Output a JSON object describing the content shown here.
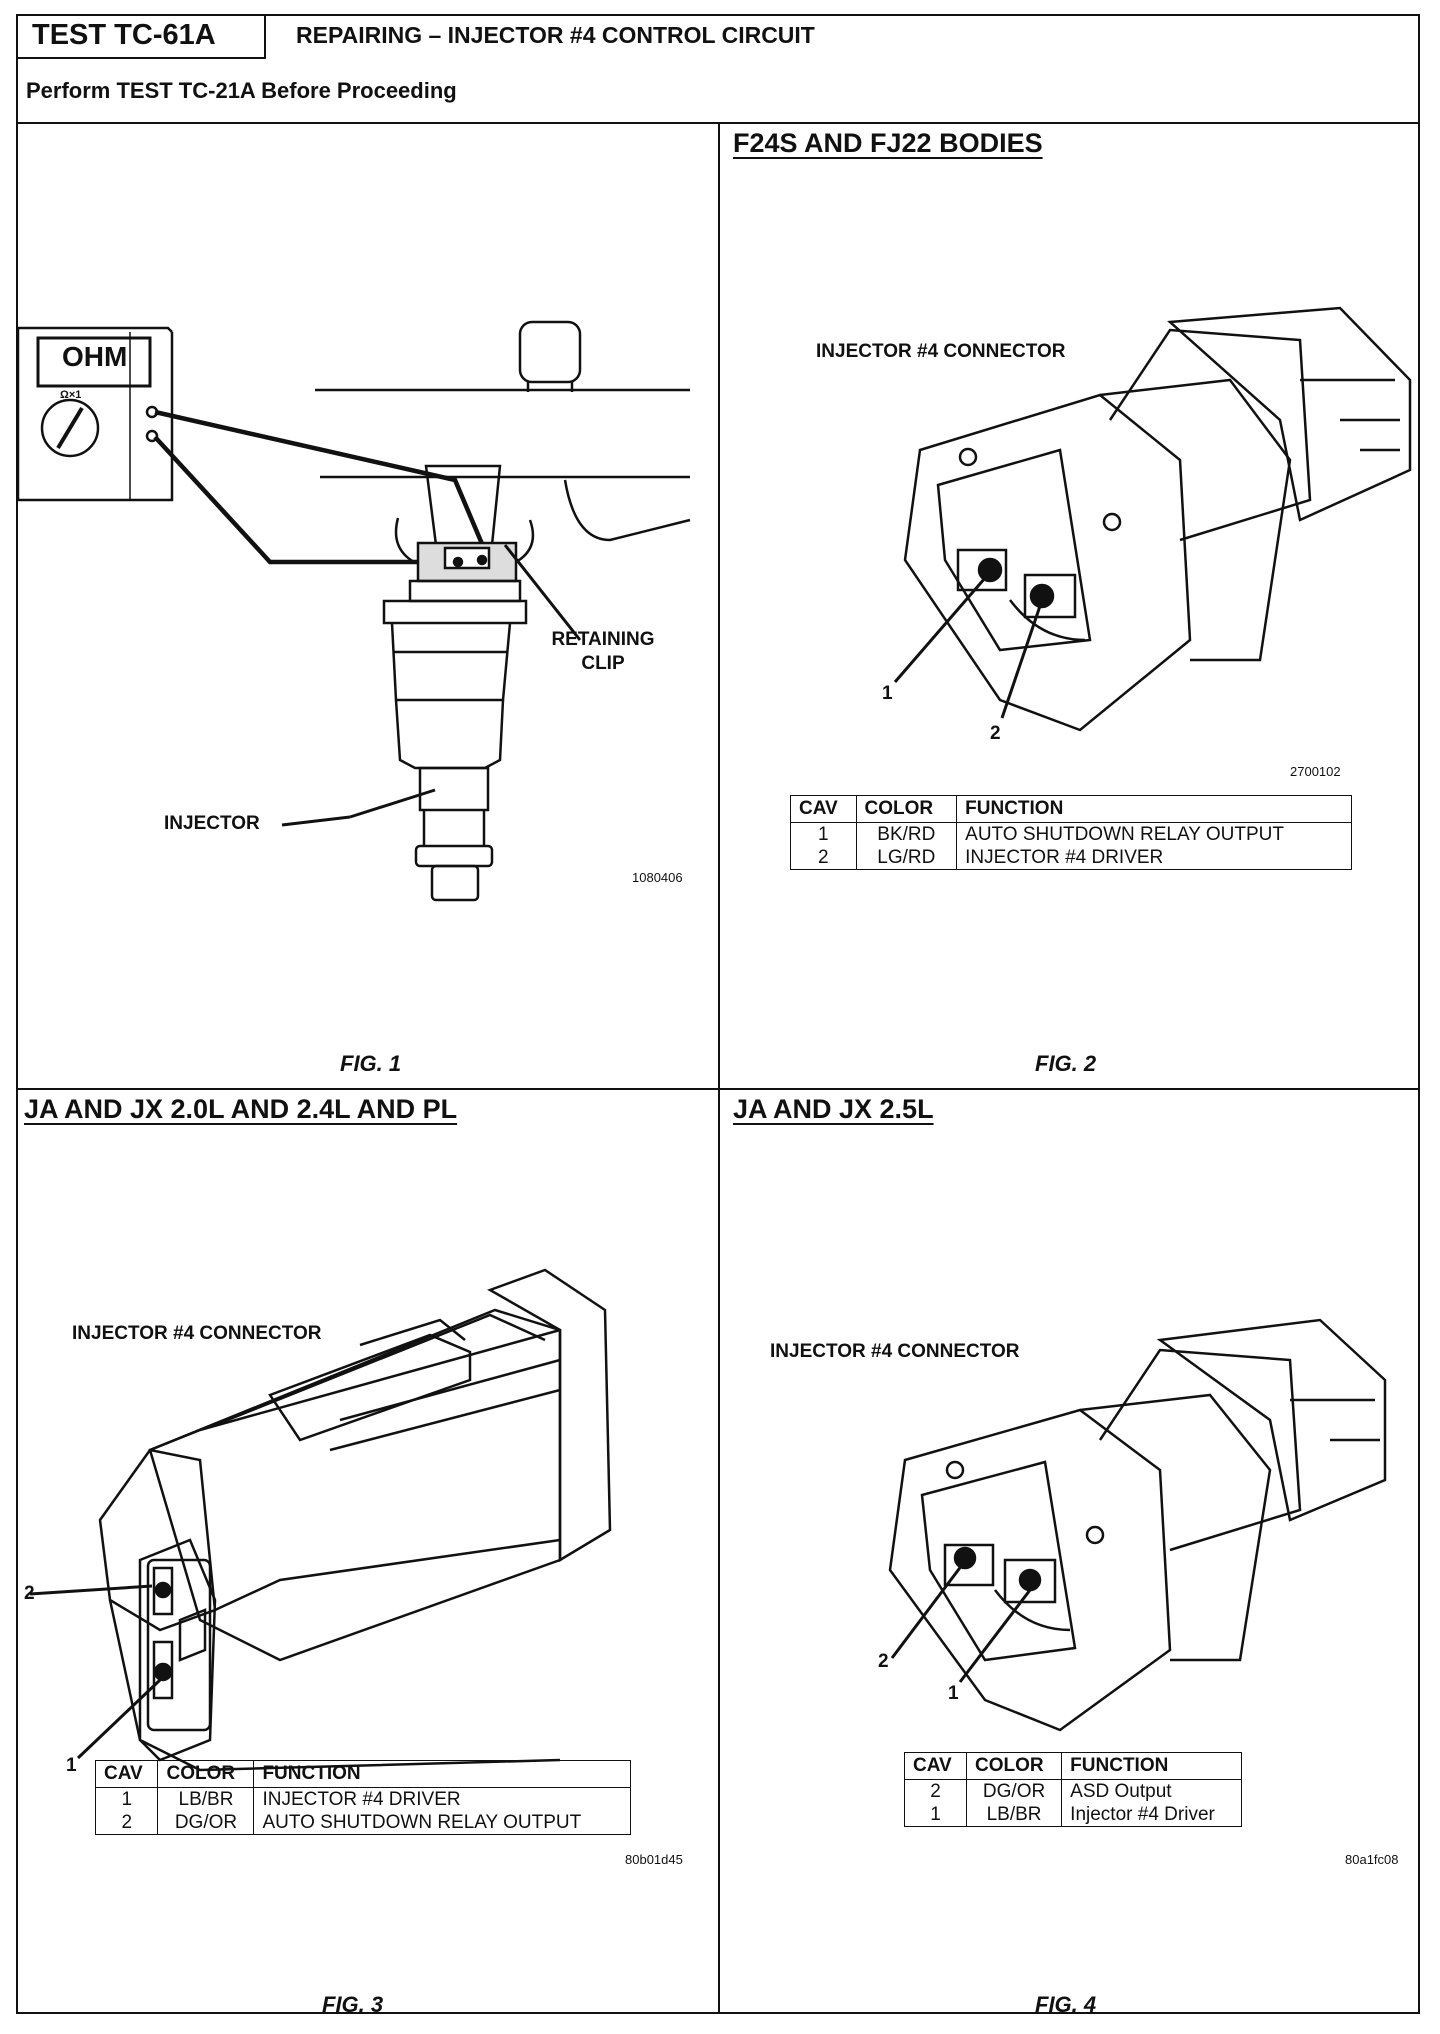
{
  "header": {
    "test_id": "TEST TC-61A",
    "title": "REPAIRING – INJECTOR #4 CONTROL CIRCUIT",
    "subtitle": "Perform TEST TC-21A Before Proceeding"
  },
  "fig1": {
    "caption": "FIG. 1",
    "meter_display": "OHM",
    "meter_range": "Ω×1",
    "label_retaining_clip": "RETAINING CLIP",
    "label_injector": "INJECTOR",
    "ref_code": "1080406"
  },
  "fig2": {
    "section_title": "F24S AND FJ22 BODIES",
    "caption": "FIG. 2",
    "connector_label": "INJECTOR #4 CONNECTOR",
    "pin_1": "1",
    "pin_2": "2",
    "ref_code": "2700102",
    "table": {
      "headers": [
        "CAV",
        "COLOR",
        "FUNCTION"
      ],
      "rows": [
        {
          "cav": "1",
          "color": "BK/RD",
          "function": "AUTO SHUTDOWN RELAY OUTPUT"
        },
        {
          "cav": "2",
          "color": "LG/RD",
          "function": "INJECTOR #4 DRIVER"
        }
      ]
    }
  },
  "fig3": {
    "section_title": "JA AND JX 2.0L AND 2.4L AND PL",
    "caption": "FIG. 3",
    "connector_label": "INJECTOR #4 CONNECTOR",
    "pin_1": "1",
    "pin_2": "2",
    "ref_code": "80b01d45",
    "table": {
      "headers": [
        "CAV",
        "COLOR",
        "FUNCTION"
      ],
      "rows": [
        {
          "cav": "1",
          "color": "LB/BR",
          "function": "INJECTOR #4 DRIVER"
        },
        {
          "cav": "2",
          "color": "DG/OR",
          "function": "AUTO SHUTDOWN RELAY OUTPUT"
        }
      ]
    }
  },
  "fig4": {
    "section_title": "JA AND JX 2.5L",
    "caption": "FIG. 4",
    "connector_label": "INJECTOR #4 CONNECTOR",
    "pin_1": "1",
    "pin_2": "2",
    "ref_code": "80a1fc08",
    "table": {
      "headers": [
        "CAV",
        "COLOR",
        "FUNCTION"
      ],
      "rows": [
        {
          "cav": "2",
          "color": "DG/OR",
          "function": "ASD Output"
        },
        {
          "cav": "1",
          "color": "LB/BR",
          "function": "Injector #4 Driver"
        }
      ]
    }
  }
}
